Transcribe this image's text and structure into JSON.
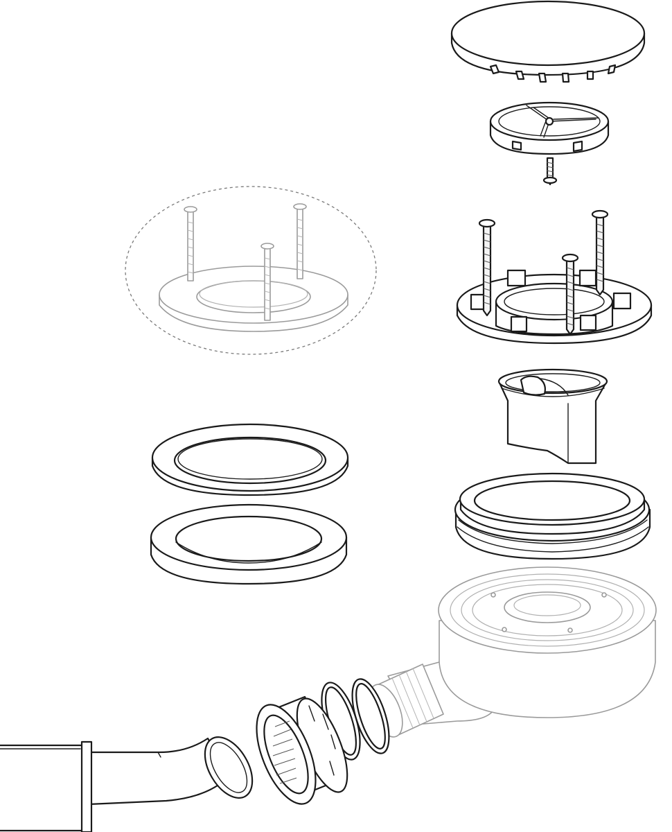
{
  "colors": {
    "line": "#1a1a1a",
    "ghost": "#9a9a9a",
    "background": "#ffffff"
  },
  "parts": [
    {
      "id": "cover-cap",
      "icon": "round-cover-icon"
    },
    {
      "id": "strainer-insert",
      "icon": "grate-insert-icon"
    },
    {
      "id": "cap-screw",
      "icon": "screw-icon"
    },
    {
      "id": "flange-plate-with-screws",
      "icon": "flange-screws-icon"
    },
    {
      "id": "flange-detail-ghost",
      "icon": "dashed-detail-icon"
    },
    {
      "id": "odor-trap-cup",
      "icon": "cup-icon"
    },
    {
      "id": "threaded-seal-ring",
      "icon": "seal-ring-icon"
    },
    {
      "id": "flat-gasket-thin",
      "icon": "gasket-icon"
    },
    {
      "id": "flat-gasket-thick",
      "icon": "gasket-icon"
    },
    {
      "id": "trap-body",
      "icon": "trap-body-icon"
    },
    {
      "id": "o-ring-large",
      "icon": "o-ring-icon"
    },
    {
      "id": "o-ring-small",
      "icon": "o-ring-icon"
    },
    {
      "id": "union-nut",
      "icon": "nut-icon"
    },
    {
      "id": "elbow-pipe",
      "icon": "elbow-pipe-icon"
    }
  ]
}
